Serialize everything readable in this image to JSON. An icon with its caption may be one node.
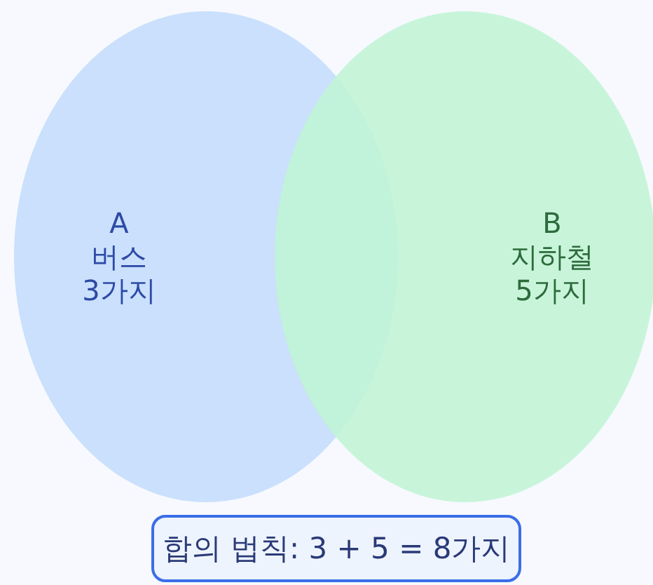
{
  "diagram": {
    "nodes": [
      {
        "text": [
          "A",
          "버스",
          "3가지"
        ]
      },
      {
        "text": [
          "B",
          "지하철",
          "5가지"
        ]
      },
      {
        "text": [
          "합의 법칙: 3 + 5 = 8가지"
        ]
      }
    ]
  }
}
